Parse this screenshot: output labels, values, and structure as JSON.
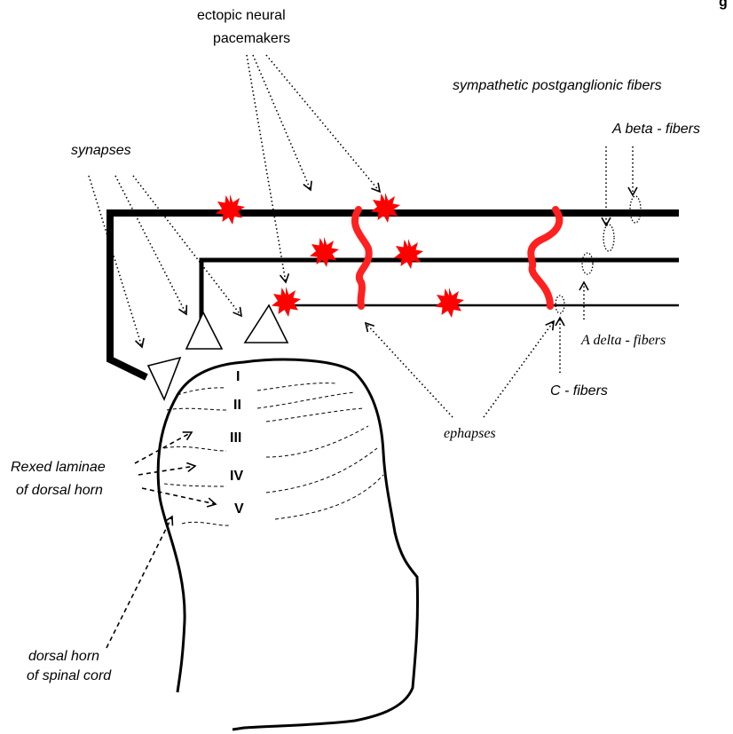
{
  "labels": {
    "corner_letter": "g",
    "pacemakers_line1": "ectopic  neural",
    "pacemakers_line2": "pacemakers",
    "sympathetic": "sympathetic postganglionic fibers",
    "a_beta": "A beta - fibers",
    "synapses": "synapses",
    "a_delta": "A delta - fibers",
    "c_fibers": "C - fibers",
    "ephapses": "ephapses",
    "rexed_line1": "Rexed laminae",
    "rexed_line2": "of dorsal horn",
    "dorsal_line1": "dorsal  horn",
    "dorsal_line2": "of spinal cord"
  },
  "laminae": [
    "I",
    "II",
    "III",
    "IV",
    "V"
  ],
  "colors": {
    "ink": "#000000",
    "ephapse": "#ff2020",
    "pacemaker": "#ff0000",
    "background": "#ffffff"
  }
}
